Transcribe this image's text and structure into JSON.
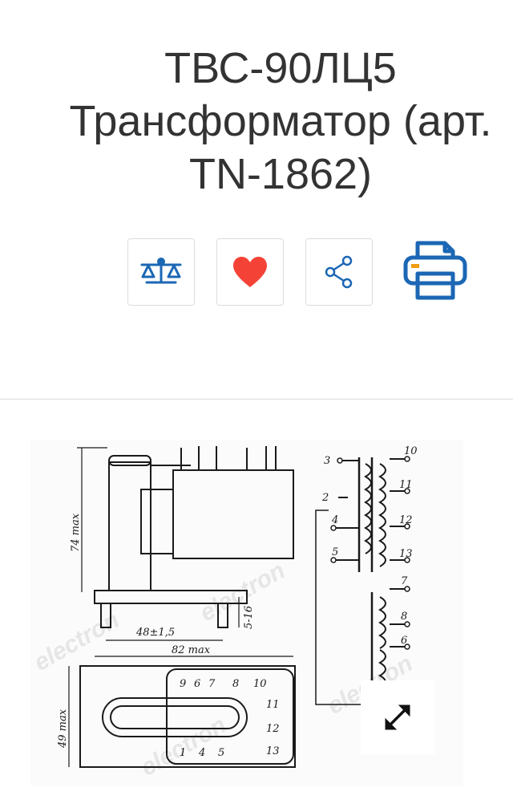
{
  "product": {
    "title_line1": "ТВС-90ЛЦ5",
    "title_line2": "Трансформатор (арт.",
    "title_line3": "TN-1862)"
  },
  "actions": [
    {
      "name": "compare",
      "icon": "scales-icon"
    },
    {
      "name": "favorite",
      "icon": "heart-icon"
    },
    {
      "name": "share",
      "icon": "share-icon"
    },
    {
      "name": "print",
      "icon": "printer-icon"
    }
  ],
  "colors": {
    "accent_blue": "#1b67b5",
    "heart_red": "#f44336",
    "border": "#dddddd",
    "title_text": "#333333"
  },
  "drawing": {
    "dim_height": "74 max",
    "dim_pins": "48±1,5",
    "dim_width": "82 max",
    "dim_side": "5-16",
    "dim_base": "49 max",
    "pins_left": [
      "3",
      "2",
      "4",
      "5"
    ],
    "pins_right": [
      "10",
      "11",
      "12",
      "13",
      "7",
      "8",
      "6"
    ],
    "base_pins_top": [
      "9",
      "6",
      "7",
      "8",
      "10"
    ],
    "base_pins_side": [
      "11",
      "12",
      "13"
    ],
    "base_pins_bottom": [
      "1",
      "4",
      "5"
    ],
    "watermark": "electron"
  },
  "expand": {
    "icon": "expand-arrows-icon"
  }
}
